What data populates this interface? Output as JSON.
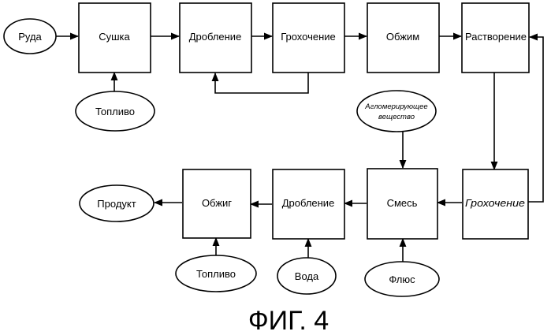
{
  "nodes": {
    "ore": "Руда",
    "drying": "Сушка",
    "fuel_top": "Топливо",
    "crushing_top": "Дробление",
    "screening_top": "Грохочение",
    "pressing": "Обжим",
    "dissolving": "Растворение",
    "binder_line1": "Агломерирующее",
    "binder_line2": "вещество",
    "mixing": "Смесь",
    "screening_bottom": "Грохочение",
    "flux": "Флюс",
    "crushing_bottom": "Дробление",
    "water": "Вода",
    "roasting": "Обжиг",
    "fuel_bottom": "Топливо",
    "product": "Продукт"
  },
  "caption": "ФИГ. 4"
}
